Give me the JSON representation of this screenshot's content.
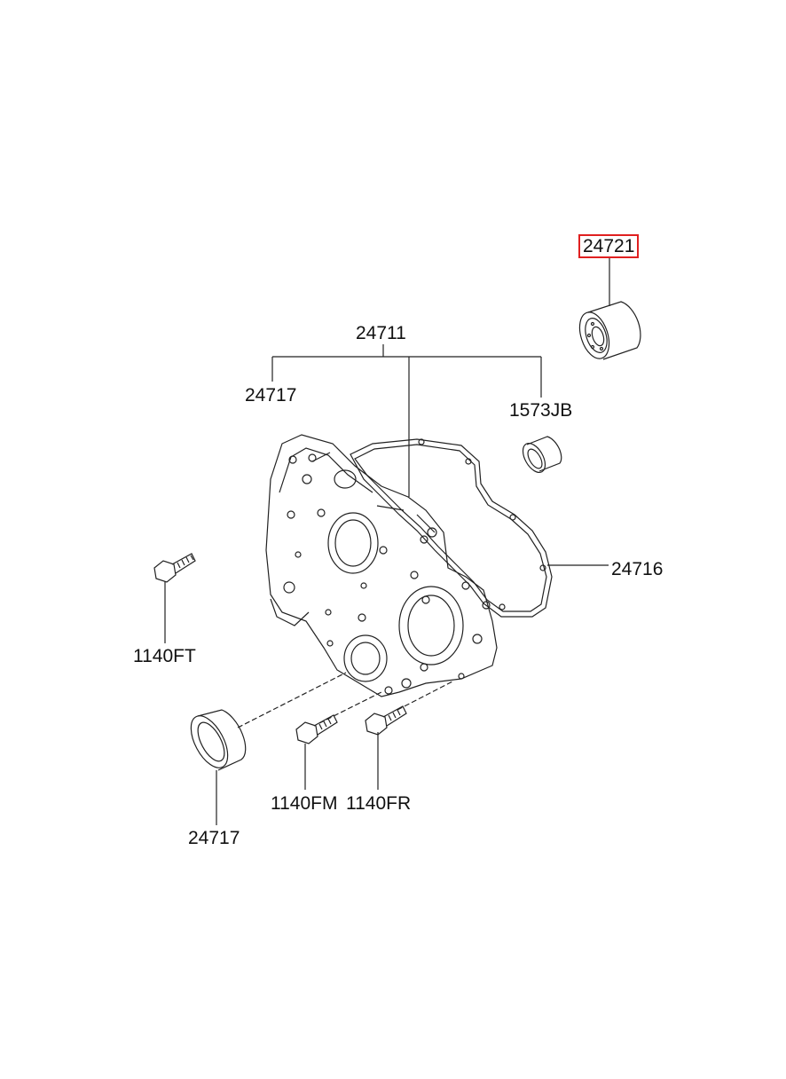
{
  "diagram": {
    "callouts": {
      "bearing": "24721",
      "cover_assembly": "24711",
      "seal_upper": "24717",
      "dowel_sleeve": "1573JB",
      "gasket": "24716",
      "bolt_ft": "1140FT",
      "seal_lower": "24717",
      "bolt_fm": "1140FM",
      "bolt_fr": "1140FR"
    },
    "highlighted_part": "24721",
    "highlight_color": "#e02020",
    "line_color": "#222222"
  }
}
